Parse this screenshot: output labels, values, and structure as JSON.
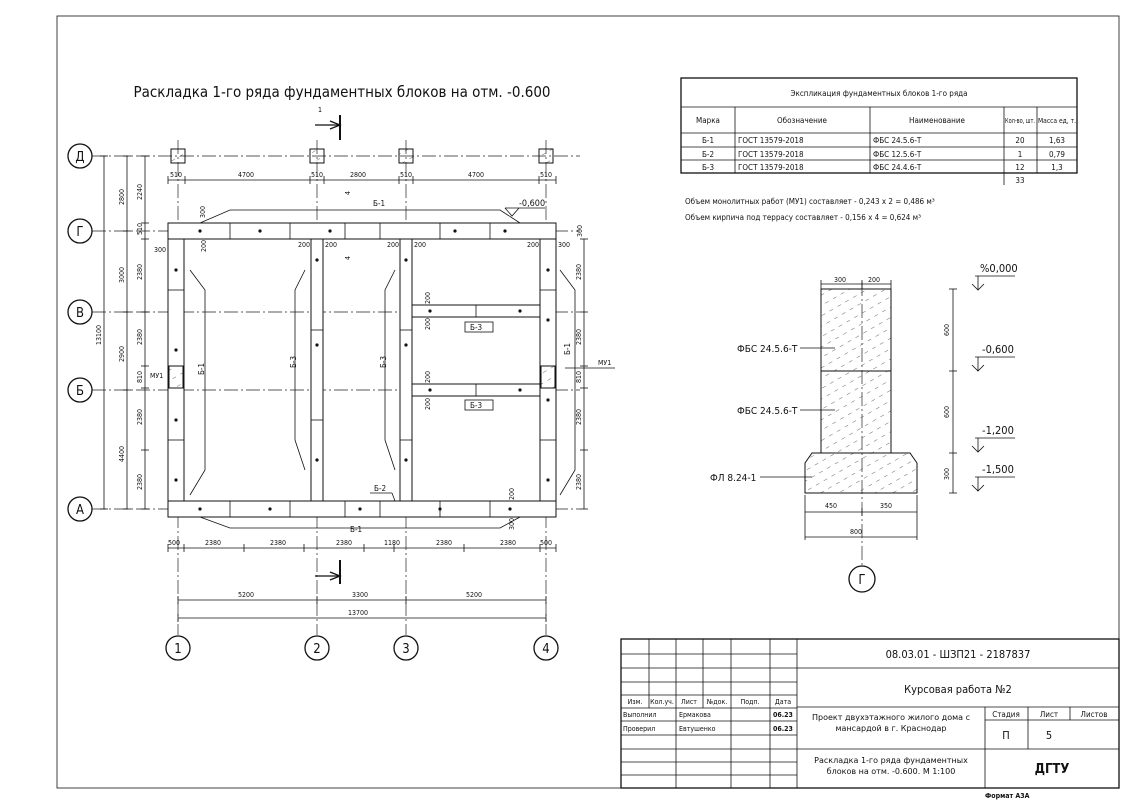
{
  "title": "Раскладка 1-го ряда фундаментных блоков на отм. -0.600",
  "section_marker": "1",
  "axes_letters": [
    "Д",
    "Г",
    "В",
    "Б",
    "А"
  ],
  "axes_numbers": [
    "1",
    "2",
    "3",
    "4"
  ],
  "dims": {
    "top": [
      "510",
      "4700",
      "510",
      "2800",
      "510",
      "4700",
      "510"
    ],
    "left_outer": [
      "2800",
      "3000",
      "2900",
      "4400"
    ],
    "left_inner": [
      "2240",
      "510",
      "2380",
      "2380",
      "810",
      "2380",
      "2380"
    ],
    "left_total": "13100",
    "right_inner": [
      "2380",
      "2380",
      "810",
      "2380",
      "2380"
    ],
    "bottom_chain": [
      "500",
      "2380",
      "2380",
      "2380",
      "1180",
      "2380",
      "2380",
      "500"
    ],
    "bottom_mid": [
      "5200",
      "3300",
      "5200"
    ],
    "bottom_total": "13700",
    "small_200": "200",
    "small_300": "300",
    "small_4": "4"
  },
  "plan_labels": {
    "b1": "Б-1",
    "b2": "Б-2",
    "b3": "Б-3",
    "mu1": "МУ1",
    "level": "-0,600"
  },
  "spec": {
    "caption": "Экспликация фундаментных блоков 1-го ряда",
    "headers": [
      "Марка",
      "Обозначение",
      "Наименование",
      "Кол-во, шт.",
      "Масса ед, т."
    ],
    "rows": [
      [
        "Б-1",
        "ГОСТ 13579-2018",
        "ФБС 24.5.6-Т",
        "20",
        "1,63"
      ],
      [
        "Б-2",
        "ГОСТ 13579-2018",
        "ФБС 12.5.6-Т",
        "1",
        "0,79"
      ],
      [
        "Б-3",
        "ГОСТ 13579-2018",
        "ФБС 24.4.6-Т",
        "12",
        "1,3"
      ]
    ],
    "total": "33"
  },
  "notes": [
    "Объем монолитных работ (МУ1) составляет - 0,243 x 2 = 0,486 м³",
    "Объем кирпича под террасу составляет - 0,156 x 4 = 0,624 м³"
  ],
  "section": {
    "levels": [
      "%0,000",
      "-0,600",
      "-1,200",
      "-1,500"
    ],
    "labels": [
      "ФБС 24.5.6-Т",
      "ФБС 24.5.6-Т",
      "ФЛ 8.24-1"
    ],
    "dims_top": [
      "300",
      "200"
    ],
    "dims_bottom": [
      "450",
      "350"
    ],
    "dim_total": "800",
    "dims_height": [
      "600",
      "600",
      "300"
    ],
    "axis": "Г"
  },
  "stamp": {
    "code": "08.03.01 - ШЗП21 - 2187837",
    "work": "Курсовая работа №2",
    "project": "Проект двухэтажного жилого дома с мансардой в г. Краснодар",
    "sheet_title": "Раскладка 1-го ряда фундаментных блоков на отм. -0.600. М 1:100",
    "org": "ДГТУ",
    "headers": [
      "Изм.",
      "Кол.уч.",
      "Лист",
      "№док.",
      "Подп.",
      "Дата"
    ],
    "role1": "Выполнил",
    "name1": "Ермакова",
    "date1": "06.23",
    "role2": "Проверил",
    "name2": "Евтушенко",
    "date2": "06.23",
    "stage_label": "Стадия",
    "sheet_label": "Лист",
    "sheets_label": "Листов",
    "stage": "П",
    "sheet": "5",
    "format": "Формат А3А"
  }
}
